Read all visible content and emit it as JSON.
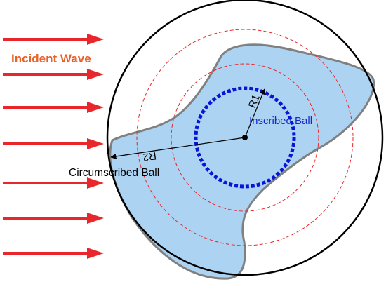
{
  "labels": {
    "incident_wave": "Incident Wave",
    "inscribed_ball": "Inscribed Ball",
    "circumscribed_ball": "Circumscribed Ball",
    "r1": "R1",
    "r2": "R2"
  },
  "colors": {
    "arrow": "#e8262b",
    "incident_text": "#e8612a",
    "shape_fill": "#acd3f2",
    "shape_stroke": "#808080",
    "inscribed_circle": "#0a14d6",
    "inscribed_text": "#1a27c8",
    "guide_circles": "#e8262b",
    "outer_circle": "#000000",
    "text": "#000000"
  },
  "arrow_count": 7
}
